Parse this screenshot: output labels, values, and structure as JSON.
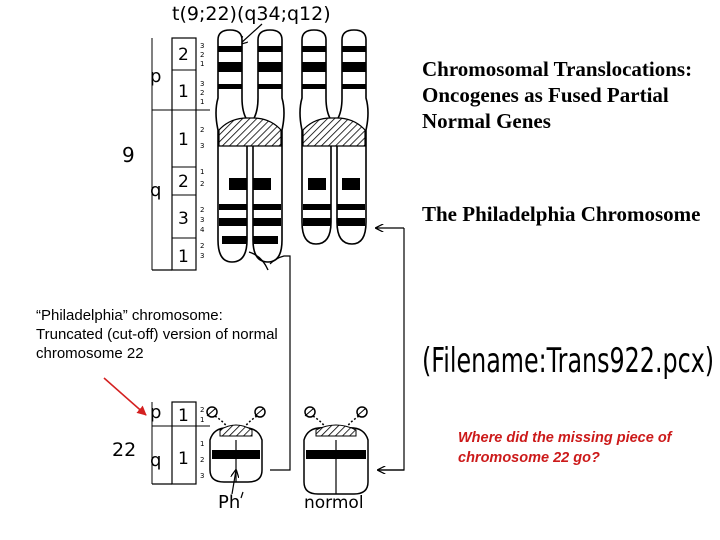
{
  "slide": {
    "title": "Chromosomal Translocations: Oncogenes as Fused Partial Normal Genes",
    "subtitle": "The Philadelphia Chromosome",
    "philadelphia_note": "“Philadelphia” chromosome: Truncated (cut-off) version of normal chromosome 22",
    "question": "Where did the missing piece of chromosome 22 go?",
    "filename_label": "(Filename:Trans922.pcx)"
  },
  "diagram": {
    "translocation_label": "t(9;22)(q34;q12)",
    "chrom9": {
      "number": "9",
      "arm_p": "p",
      "arm_q": "q",
      "band_1": "1",
      "band_2": "2",
      "band_3": "3",
      "sub_1": "1",
      "sub_2": "2",
      "sub_3": "3",
      "sub_4": "4"
    },
    "chrom22": {
      "number": "22",
      "arm_p": "p",
      "arm_q": "q",
      "band_1": "1",
      "sub_1": "1",
      "sub_2": "2",
      "sub_3": "3"
    },
    "label_ph": "Ph",
    "label_normal": "normol"
  },
  "colors": {
    "ink": "#000000",
    "arrow_red": "#d42020",
    "question_red": "#cc1a1a"
  }
}
